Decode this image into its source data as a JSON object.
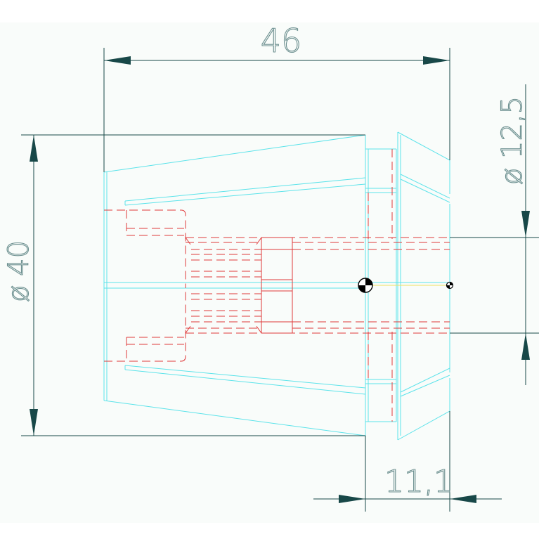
{
  "colors": {
    "background": "#f9fcfa",
    "dimension": "#184848",
    "dimension_text": "#6a8e8e",
    "outline": "#5ce3ea",
    "hidden": "#e03a3a",
    "axis": "#f0e060"
  },
  "dimensions": {
    "overall_length": "46",
    "outer_diameter": "ø 40",
    "bore_diameter": "ø 12,5",
    "nose_length": "11,1"
  },
  "markers": [
    "datum-origin",
    "tool-point"
  ]
}
